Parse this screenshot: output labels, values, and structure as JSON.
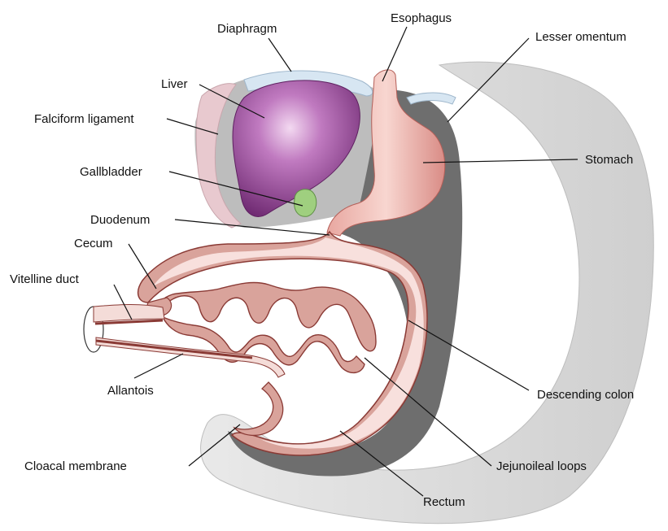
{
  "labels": {
    "diaphragm": "Diaphragm",
    "esophagus": "Esophagus",
    "lesser_omentum": "Lesser omentum",
    "liver": "Liver",
    "falciform_ligament": "Falciform ligament",
    "stomach": "Stomach",
    "gallbladder": "Gallbladder",
    "duodenum": "Duodenum",
    "cecum": "Cecum",
    "vitelline_duct": "Vitelline duct",
    "allantois": "Allantois",
    "descending_colon": "Descending colon",
    "cloacal_membrane": "Cloacal membrane",
    "jejunoileal_loops": "Jejunoileal loops",
    "rectum": "Rectum"
  },
  "colors": {
    "body_wall": "#d6d6d6",
    "body_wall_edge": "#bdbdbd",
    "mesentery": "#6e6e6e",
    "mesentery_light": "#9a9a9a",
    "liver": "#8e3f8c",
    "liver_highlight": "#e3b6e0",
    "gut_wall": "#d9a39b",
    "gut_lumen": "#ffffff",
    "gut_edge": "#8a3a35",
    "gallbladder": "#9fcf7f",
    "diaphragm": "#d7e6f2"
  }
}
